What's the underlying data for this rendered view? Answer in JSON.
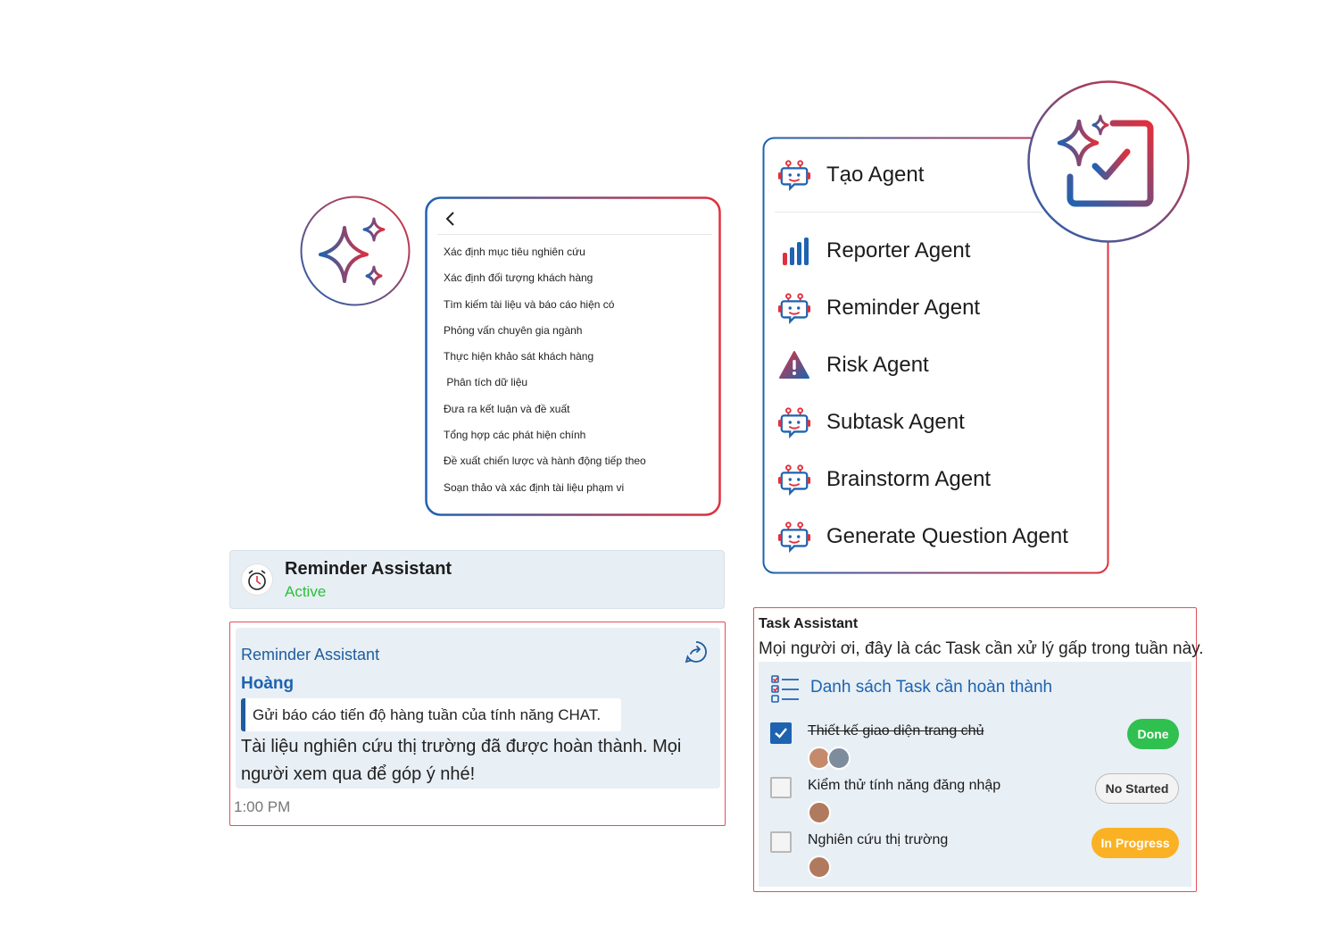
{
  "colors": {
    "brand_blue": "#1e63b0",
    "brand_red": "#e0303d",
    "status_active": "#2cbf3a",
    "done": "#30c04f",
    "in_progress": "#fbb124"
  },
  "steps_panel": {
    "back_icon": "chevron-left-icon",
    "items": [
      "Xác định mục tiêu nghiên cứu",
      "Xác định đối tượng khách hàng",
      "Tìm kiếm tài liệu và báo cáo hiện có",
      "Phỏng vấn chuyên gia ngành",
      "Thực hiện khảo sát khách hàng",
      " Phân tích dữ liệu",
      "Đưa ra kết luận và đề xuất",
      "Tổng hợp các phát hiện chính",
      "Đề xuất chiến lược và hành động tiếp theo",
      "Soạn thảo và xác định tài liệu phạm vi"
    ]
  },
  "agent_menu": {
    "items": [
      {
        "label": "Tạo Agent",
        "icon": "robot-icon"
      },
      {
        "label": "Reporter Agent",
        "icon": "bar-chart-icon"
      },
      {
        "label": "Reminder Agent",
        "icon": "robot-icon"
      },
      {
        "label": "Risk Agent",
        "icon": "warning-icon"
      },
      {
        "label": "Subtask Agent",
        "icon": "robot-icon"
      },
      {
        "label": "Brainstorm Agent",
        "icon": "robot-icon"
      },
      {
        "label": "Generate Question Agent",
        "icon": "robot-icon"
      }
    ]
  },
  "reminder_header": {
    "title": "Reminder Assistant",
    "status": "Active",
    "icon": "alarm-clock-icon"
  },
  "reminder_message": {
    "sender": "Reminder Assistant",
    "author": "Hoàng",
    "quote": "Gửi báo cáo tiến độ hàng tuần của tính năng CHAT.",
    "body": "Tài liệu nghiên cứu thị trường đã được hoàn thành. Mọi người xem qua để góp ý nhé!",
    "time": "1:00 PM",
    "reply_icon": "reply-icon"
  },
  "task_assistant": {
    "title": "Task Assistant",
    "subtitle": "Mọi người ơi, đây là các Task cần xử lý gấp trong tuần này.",
    "list_title": "Danh sách Task cần hoàn thành",
    "tasks": [
      {
        "name": "Thiết kế giao diện trang chủ",
        "status": "Done",
        "checked": true
      },
      {
        "name": "Kiểm thử tính năng đăng nhập",
        "status": "No Started",
        "checked": false
      },
      {
        "name": "Nghiên cứu thị trường",
        "status": "In Progress",
        "checked": false
      }
    ]
  }
}
